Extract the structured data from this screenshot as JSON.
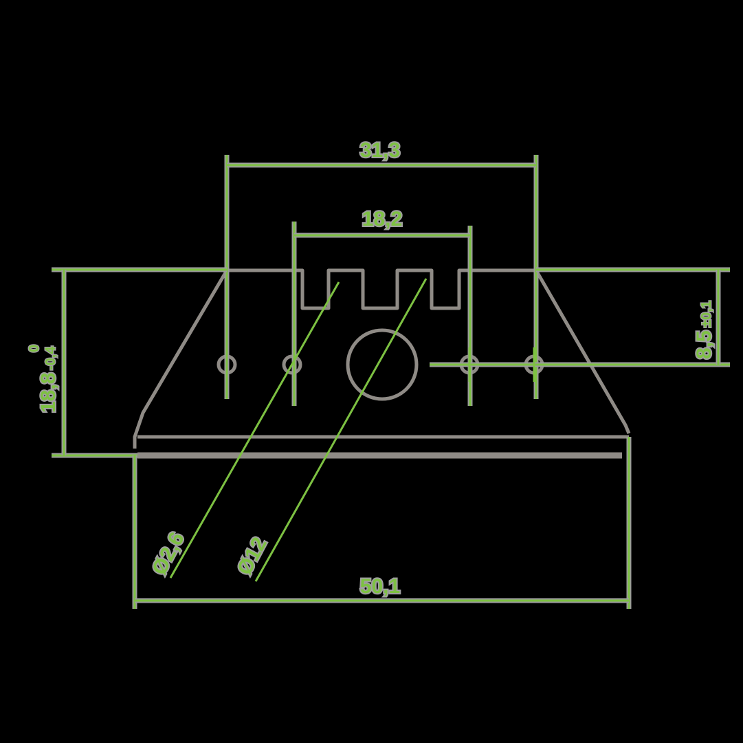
{
  "drawing": {
    "type": "technical-dimension-drawing",
    "colors": {
      "background": "#000000",
      "part_outline": "#8f8b86",
      "dimension": "#7dc142",
      "halo": "#9c9c9c"
    },
    "dimensions": {
      "top_width": {
        "value": "31,3"
      },
      "slot_width": {
        "value": "18,2"
      },
      "height": {
        "value": "18,8",
        "upper_tol": "0",
        "lower_tol": "-0,4"
      },
      "hole_offset": {
        "value": "8,5",
        "tol": "±0,1"
      },
      "small_hole": {
        "value": "Ø2,6"
      },
      "large_hole": {
        "value": "Ø12"
      },
      "bottom_width": {
        "value": "50,1"
      }
    }
  }
}
